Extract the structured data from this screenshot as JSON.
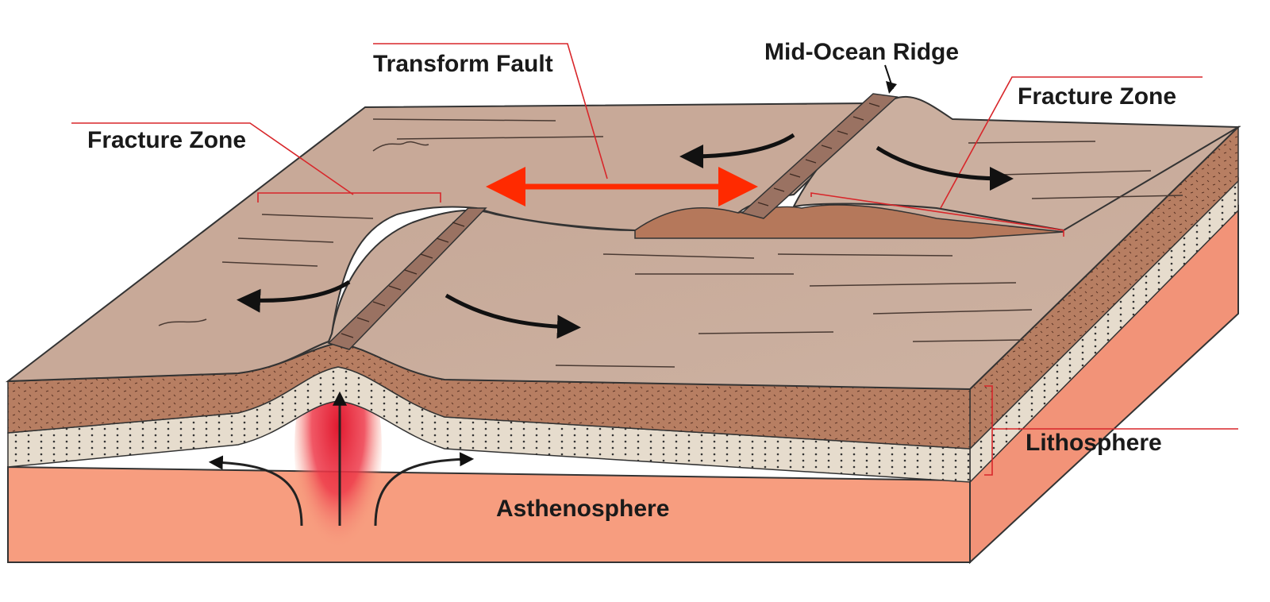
{
  "labels": {
    "transform_fault": "Transform Fault",
    "mid_ocean_ridge": "Mid-Ocean Ridge",
    "fracture_zone_left": "Fracture Zone",
    "fracture_zone_right": "Fracture Zone",
    "lithosphere": "Lithosphere",
    "asthenosphere": "Asthenosphere"
  },
  "colors": {
    "seafloor_top": "#c9ab9a",
    "seafloor_shadow": "#a88573",
    "crust_layer": "#b77e62",
    "mantle_lithosphere_band": "#e6dccd",
    "asthenosphere": "#f79d7f",
    "magma_plume": "#e8253b",
    "leader_lines": "#d8262a",
    "transform_motion_arrow": "#ff2a00",
    "motion_arrows": "#111111"
  }
}
